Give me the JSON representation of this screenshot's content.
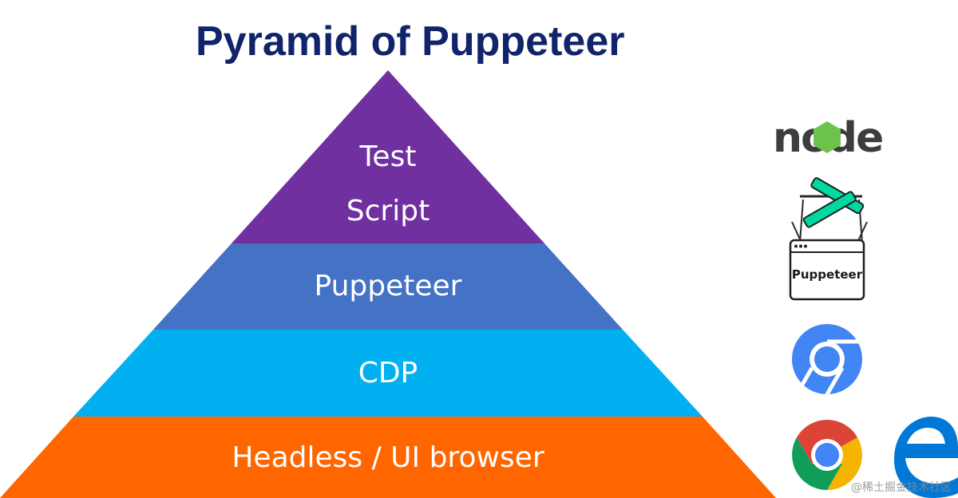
{
  "title": "Pyramid of Puppeteer",
  "layers": [
    {
      "label_lines": [
        "Test",
        "Script"
      ],
      "color": "#7030a0"
    },
    {
      "label_lines": [
        "Puppeteer"
      ],
      "color": "#4472c4"
    },
    {
      "label_lines": [
        "CDP"
      ],
      "color": "#00b0f0"
    },
    {
      "label_lines": [
        "Headless / UI browser"
      ],
      "color": "#ff6600"
    }
  ],
  "logos": {
    "node": {
      "text": "node",
      "accent": "#6cc24a"
    },
    "puppeteer": {
      "text": "Puppeteer",
      "accent": "#00d8a2"
    },
    "chromium": {
      "color": "#4285f4"
    },
    "chrome": {
      "red": "#db4437",
      "yellow": "#f4b400",
      "green": "#0f9d58",
      "blue": "#4285f4"
    },
    "edge": {
      "color": "#0078d7"
    }
  },
  "watermark": "@稀土掘金技术社区"
}
